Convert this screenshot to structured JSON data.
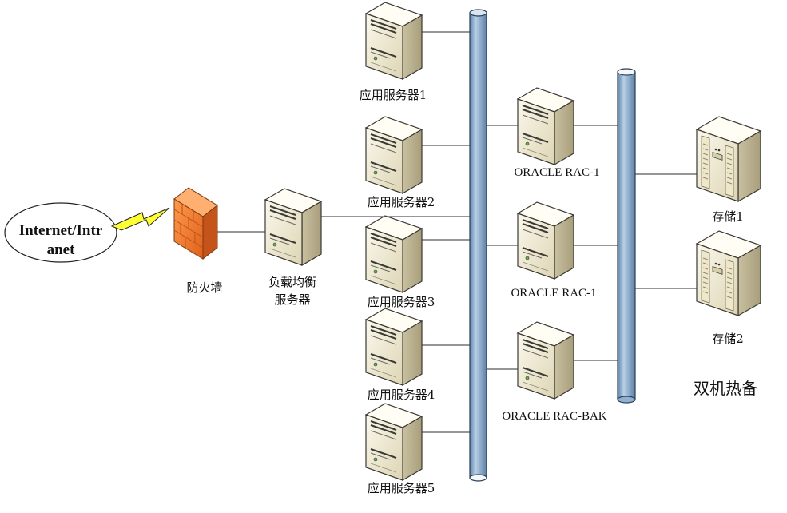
{
  "cloud": {
    "line1": "Internet/Intr",
    "line2": "anet"
  },
  "firewall": {
    "label": "防火墙"
  },
  "load_balancer": {
    "line1": "负载均衡",
    "line2": "服务器"
  },
  "app_servers": [
    {
      "label": "应用服务器1"
    },
    {
      "label": "应用服务器2"
    },
    {
      "label": "应用服务器3"
    },
    {
      "label": "应用服务器4"
    },
    {
      "label": "应用服务器5"
    }
  ],
  "db_servers": [
    {
      "label": "ORACLE RAC-1"
    },
    {
      "label": "ORACLE RAC-1"
    },
    {
      "label": "ORACLE RAC-BAK"
    }
  ],
  "storage": [
    {
      "label": "存储1"
    },
    {
      "label": "存储2"
    }
  ],
  "hot_standby": {
    "label": "双机热备"
  },
  "colors": {
    "bus": "#8fb2d4",
    "firewall": "#f07a2a",
    "lightning": "#ffff33",
    "server": "#ece6cc"
  }
}
